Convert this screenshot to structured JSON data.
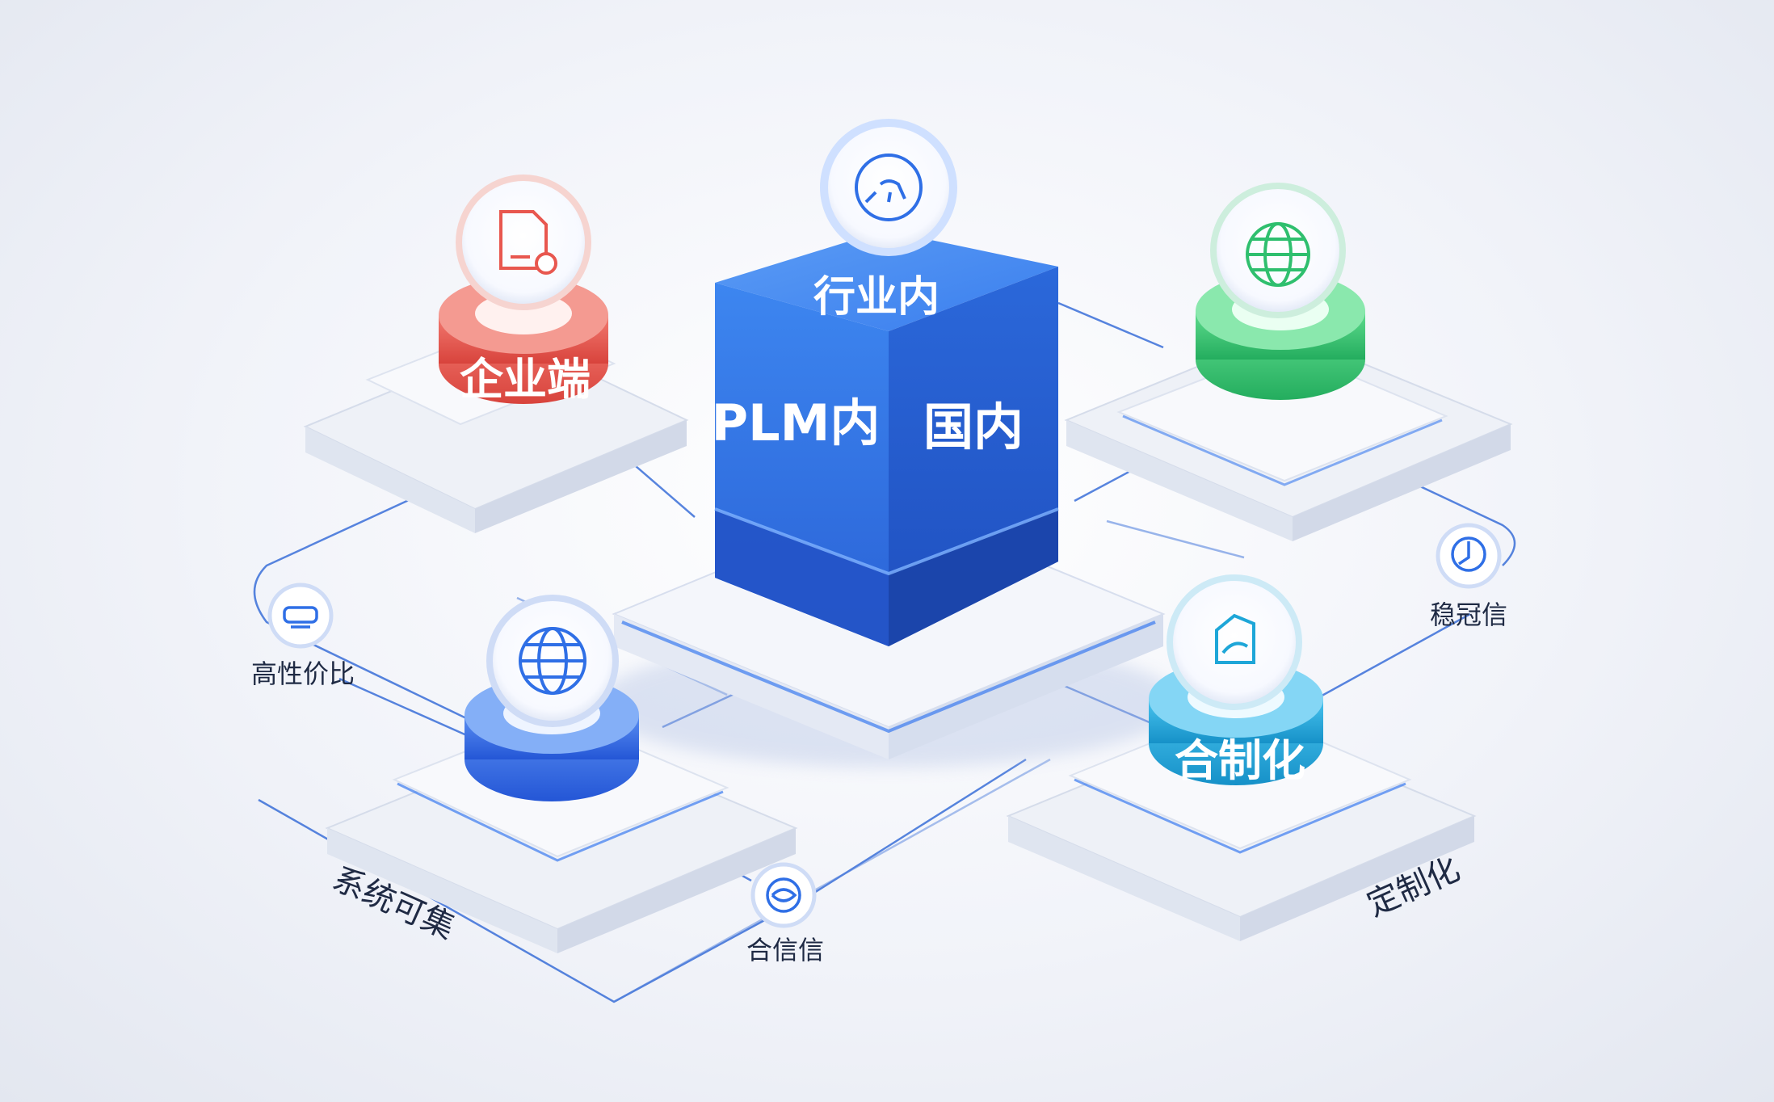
{
  "center_block": {
    "top_label": "行业内",
    "front_label": "PLM内",
    "side_label": "国内"
  },
  "nodes": {
    "enterprise": {
      "label": "企业端",
      "color": "#e8574f"
    },
    "green": {
      "color": "#2fbf6e"
    },
    "system": {
      "color": "#2f6fe6"
    },
    "custom": {
      "label": "合制化",
      "color": "#1ea6d8"
    }
  },
  "side_labels": {
    "cost": "高性价比",
    "stable": "稳冠信",
    "trust": "合信信",
    "system_integration": "系统可集",
    "customization": "定制化"
  },
  "colors": {
    "primary_blue": "#2f6fe6",
    "line_blue": "#3a6fd8"
  }
}
